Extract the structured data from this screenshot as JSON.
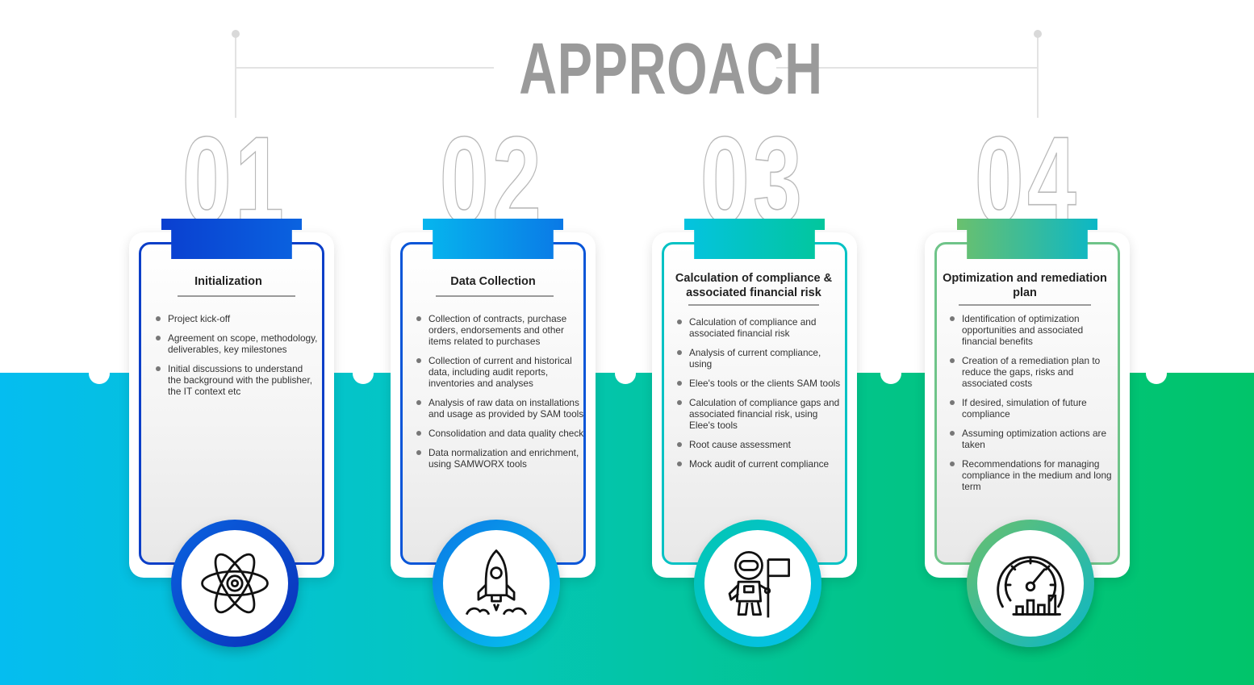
{
  "title": "APPROACH",
  "steps": [
    {
      "number": "01",
      "title": "Initialization",
      "icon": "atom-icon",
      "accent": "#0a3fd0",
      "accent_light": "#0a63e0",
      "border": "#0c3fc8",
      "items": [
        "Project kick-off",
        "Agreement on scope, methodology, deliverables, key milestones",
        "Initial discussions to understand the background with the publisher, the IT context etc"
      ]
    },
    {
      "number": "02",
      "title": "Data Collection",
      "icon": "rocket-icon",
      "accent": "#06b6ee",
      "accent_light": "#0a79e6",
      "border": "#0a56d8",
      "items": [
        "Collection of contracts, purchase orders, endorsements and other items related to purchases",
        "Collection of current and historical data, including audit reports, inventories and analyses",
        "Analysis of raw data on installations and usage as provided by SAM tools",
        "Consolidation and data quality check",
        "Data normalization and enrichment, using SAMWORX tools"
      ]
    },
    {
      "number": "03",
      "title": "Calculation of compliance & associated financial risk",
      "icon": "astronaut-flag-icon",
      "accent": "#04c3e0",
      "accent_light": "#02c69c",
      "border": "#05c2c4",
      "items": [
        "Calculation of compliance and associated financial risk",
        "Analysis of current compliance, using",
        "Elee's tools or the clients SAM tools",
        "Calculation of compliance gaps and associated financial risk, using Elee's tools",
        "Root cause assessment",
        "Mock audit of current compliance"
      ]
    },
    {
      "number": "04",
      "title": "Optimization and remediation plan",
      "icon": "speedometer-chart-icon",
      "accent": "#6ac06e",
      "accent_light": "#0bb7c6",
      "border": "#6fc489",
      "items": [
        "Identification of optimization opportunities and associated financial benefits",
        "Creation of a remediation plan to reduce the gaps, risks and associated costs",
        "If desired, simulation of future compliance",
        "Assuming optimization actions are taken",
        "Recommendations for managing compliance in the medium and long term"
      ]
    }
  ]
}
